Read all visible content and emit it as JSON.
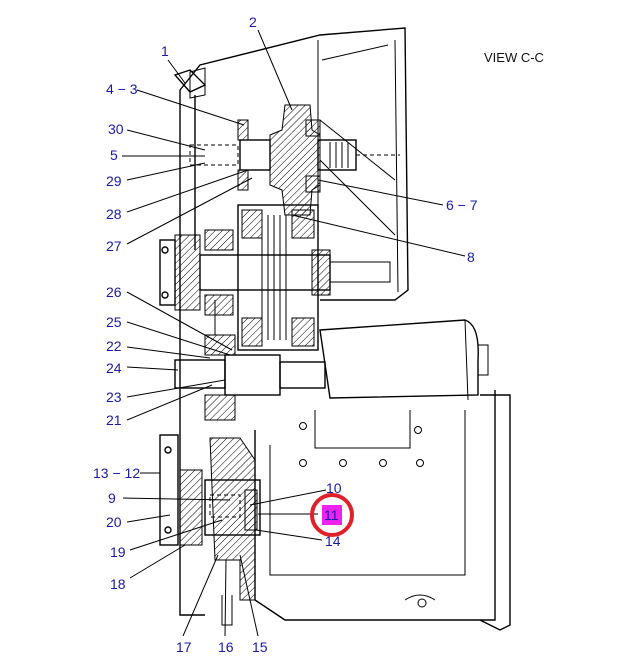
{
  "view_title": "VIEW C-C",
  "callouts": {
    "c1": "1",
    "c2": "2",
    "c4_3": "4 − 3",
    "c30": "30",
    "c5": "5",
    "c29": "29",
    "c28": "28",
    "c27": "27",
    "c6_7": "6 − 7",
    "c8": "8",
    "c26": "26",
    "c25": "25",
    "c22": "22",
    "c24": "24",
    "c23": "23",
    "c21": "21",
    "c13_12": "13 − 12",
    "c9": "9",
    "c20": "20",
    "c19": "19",
    "c18": "18",
    "c10": "10",
    "c11": "11",
    "c14": "14",
    "c17": "17",
    "c16": "16",
    "c15": "15"
  },
  "highlight": {
    "target": "11",
    "ring_color": "#e0202a",
    "fill_color": "#ee22ee"
  },
  "colors": {
    "callout_text": "#1a1aa6",
    "line": "#000000"
  }
}
